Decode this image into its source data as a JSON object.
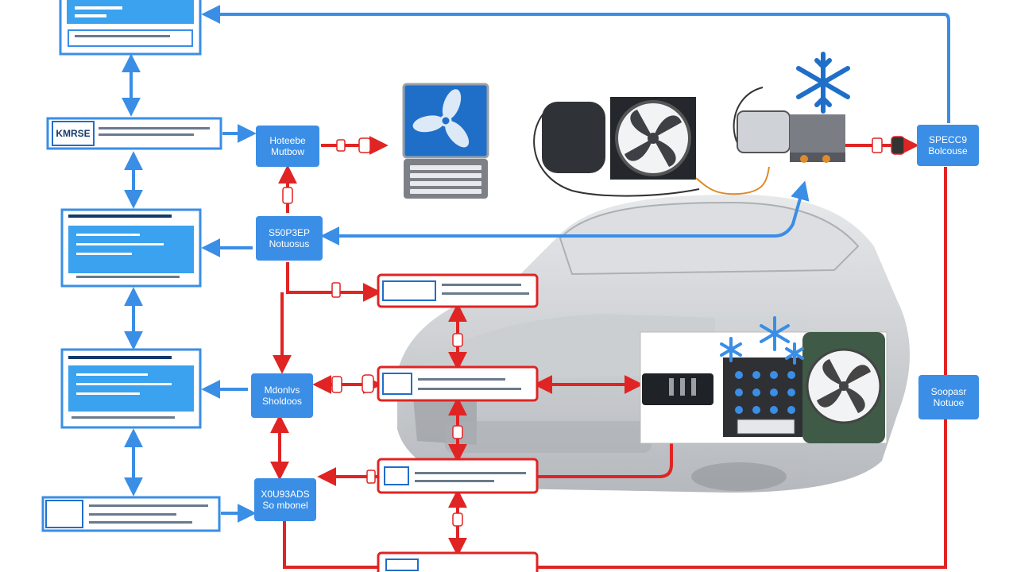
{
  "colors": {
    "blue": "#3a8ee6",
    "blue_dark": "#1f6fc9",
    "red": "#e02424",
    "panel_fill": "#3aa2ef",
    "car_gray": "#b9bcc0"
  },
  "nodes": {
    "blue_box_1": "Hoteebe\nMutbow",
    "blue_box_2": "S50P3EP\nNotuosus",
    "blue_box_3": "Mdonlvs\nSholdoos",
    "blue_box_4": "X0U93ADS\nSo mbonel",
    "right_box_1": "SPECC9\nBolcouse",
    "right_box_2": "Soopasr\nNotuoe",
    "left_box_2": "KMRSE"
  },
  "icons": [
    "snowflake-icon",
    "fan-icon",
    "keyboard-icon",
    "radiator-fan-icon",
    "compressor-icon",
    "car-image"
  ]
}
